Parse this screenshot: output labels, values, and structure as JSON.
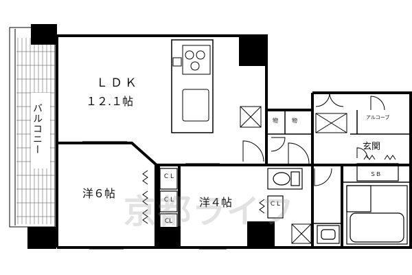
{
  "rooms": {
    "ldk_name": "ＬＤＫ",
    "ldk_size": "１２.１帖",
    "western6": "洋６帖",
    "western4": "洋４帖",
    "balcony": "バルコニー",
    "entrance": "玄関",
    "alcove": "アルコーブ",
    "storage1": "物",
    "storage2": "物",
    "shoe_box": "ＳＢ"
  },
  "closets": {
    "cl_a": "C L",
    "cl_b": "C L",
    "cl_c": "CL",
    "cl_d": "C L"
  },
  "watermark": "京都ライフ"
}
